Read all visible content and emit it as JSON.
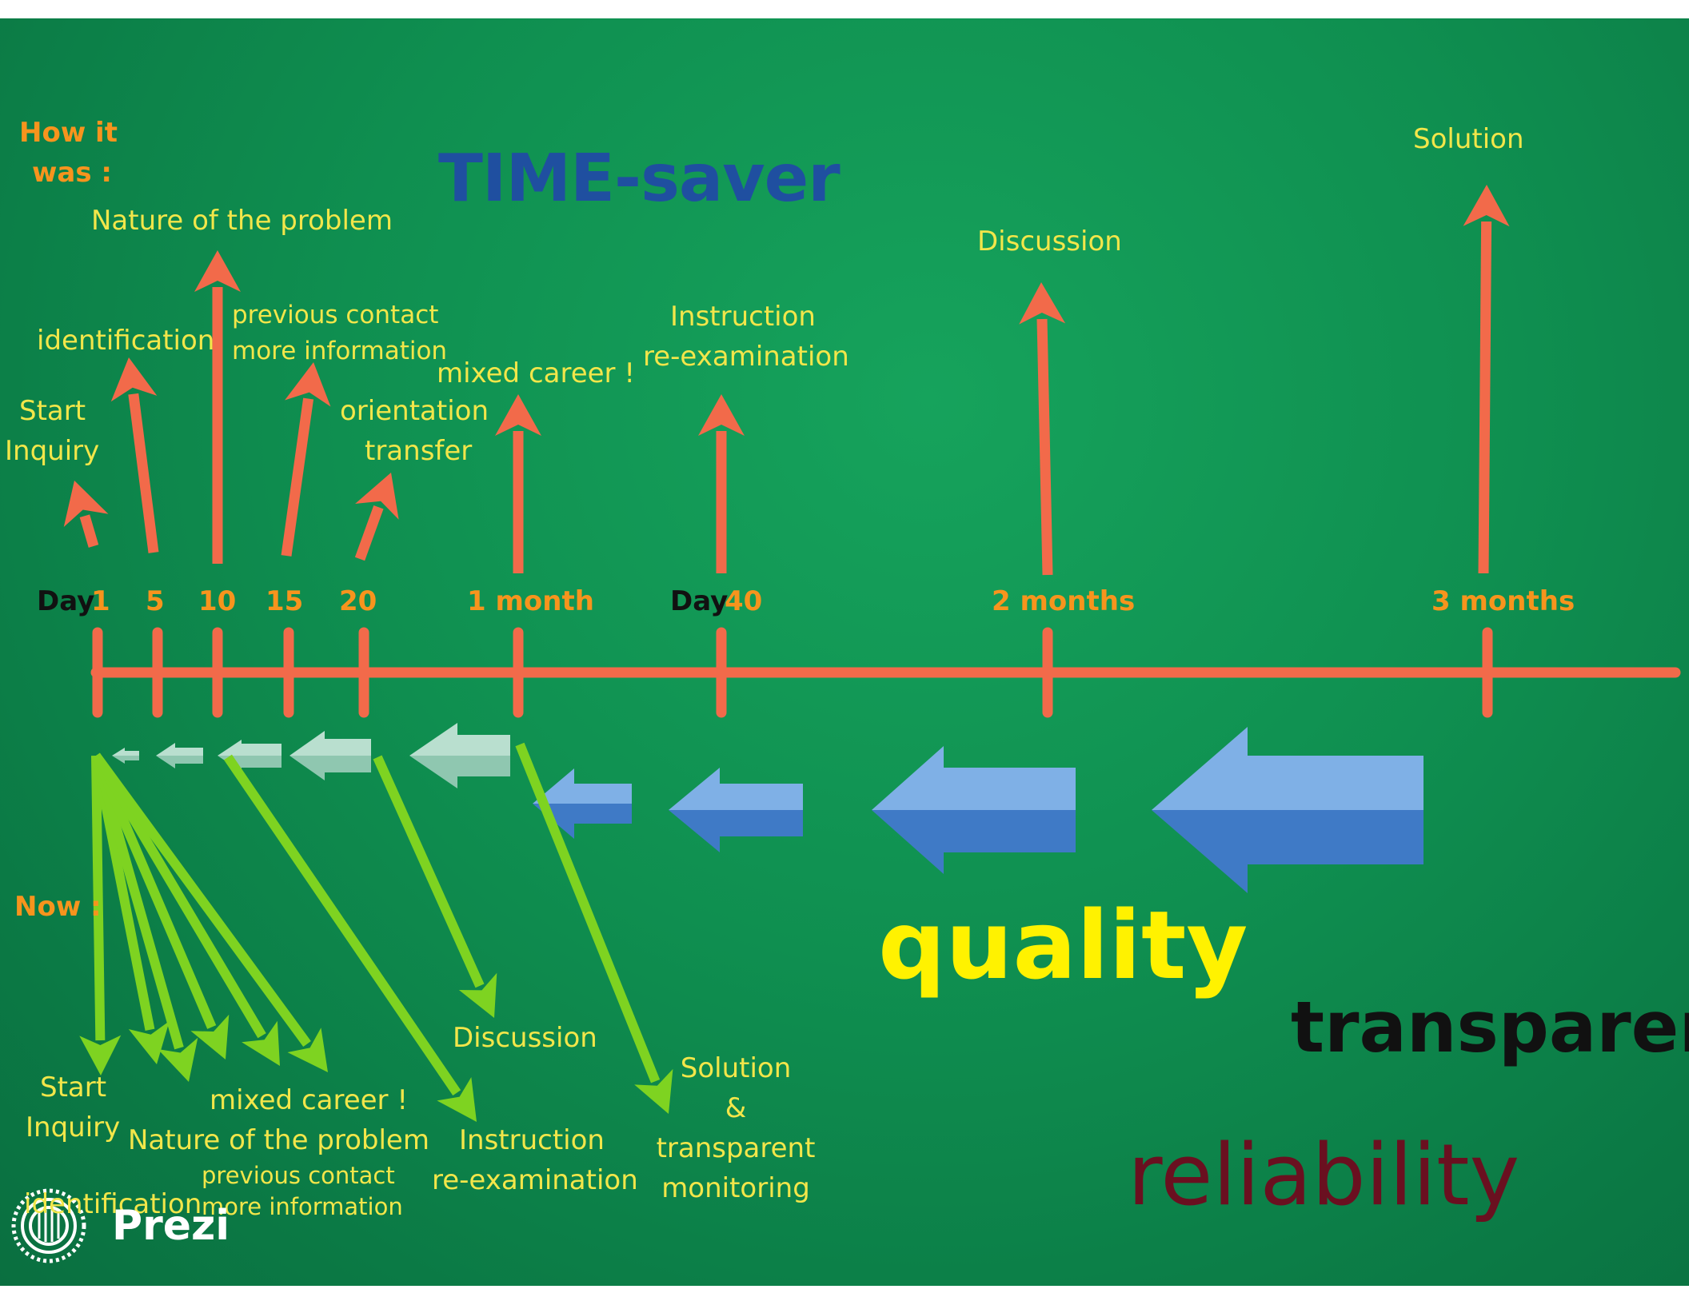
{
  "header": {
    "title": "TIME-saver"
  },
  "before": {
    "section_label": [
      "How it",
      "was :"
    ],
    "events": [
      {
        "lines": [
          "Start",
          "Inquiry"
        ]
      },
      {
        "lines": [
          "identification"
        ]
      },
      {
        "lines": [
          "Nature of the problem"
        ]
      },
      {
        "lines": [
          "previous contact",
          "more information"
        ]
      },
      {
        "lines": [
          "orientation",
          "transfer"
        ]
      },
      {
        "lines": [
          "mixed career !"
        ]
      },
      {
        "lines": [
          "Instruction",
          "re-examination"
        ]
      },
      {
        "lines": [
          "Discussion"
        ]
      },
      {
        "lines": [
          "Solution"
        ]
      }
    ]
  },
  "timeline": {
    "day_prefix": "Day",
    "ticks": [
      "1",
      "5",
      "10",
      "15",
      "20",
      "1 month",
      "40",
      "2 months",
      "3 months"
    ],
    "colors": {
      "line": "#f26a4a",
      "tick_text": "#f7941d",
      "day_text": "#111111"
    }
  },
  "after": {
    "section_label": "Now :",
    "events": [
      {
        "lines": [
          "Start",
          "Inquiry"
        ]
      },
      {
        "lines": [
          "mixed career !"
        ]
      },
      {
        "lines": [
          "Nature of the problem"
        ]
      },
      {
        "lines": [
          "previous contact",
          "more information"
        ]
      },
      {
        "lines": [
          "identification"
        ]
      },
      {
        "lines": [
          "Discussion"
        ]
      },
      {
        "lines": [
          "Instruction",
          "re-examination"
        ]
      },
      {
        "lines": [
          "Solution",
          "&",
          "transparent",
          "monitoring"
        ]
      }
    ],
    "arrow_color": "#7ed321"
  },
  "keywords": {
    "quality": "quality",
    "transparency": "transparenc",
    "reliability": "reliability"
  },
  "branding": {
    "logo_text": "Prezi",
    "logo_icon": "prezi-logo-icon"
  },
  "colors": {
    "background": "#0f8f50",
    "up_arrow": "#f26a4a",
    "back_arrow_pale": "#a9d6c4",
    "back_arrow_blue": "#4a86d0",
    "event_text": "#f2e64a"
  }
}
